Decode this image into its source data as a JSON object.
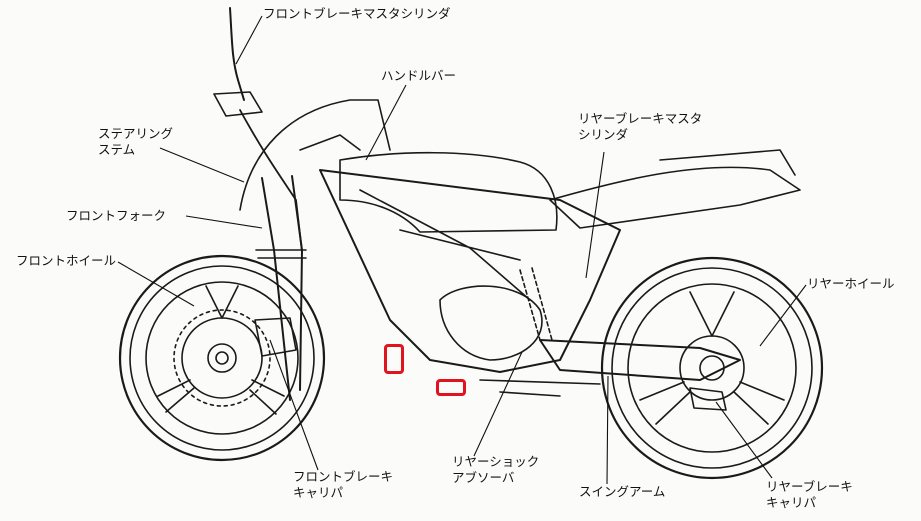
{
  "labels": {
    "front_brake_master": "フロントブレーキマスタシリンダ",
    "handlebar": "ハンドルバー",
    "rear_brake_master": [
      "リヤーブレーキマスタ",
      "シリンダ"
    ],
    "steering_stem": [
      "ステアリング",
      "ステム"
    ],
    "front_fork": "フロントフォーク",
    "front_wheel": "フロントホイール",
    "rear_wheel": "リヤーホイール",
    "front_brake_caliper": [
      "フロントブレーキ",
      "キャリパ"
    ],
    "rear_shock": [
      "リヤーショック",
      "アブソーバ"
    ],
    "swing_arm": "スイングアーム",
    "rear_brake_caliper": [
      "リヤーブレーキ",
      "キャリパ"
    ]
  },
  "colors": {
    "line": "#1a1a1a",
    "highlight": "#e0141e"
  }
}
